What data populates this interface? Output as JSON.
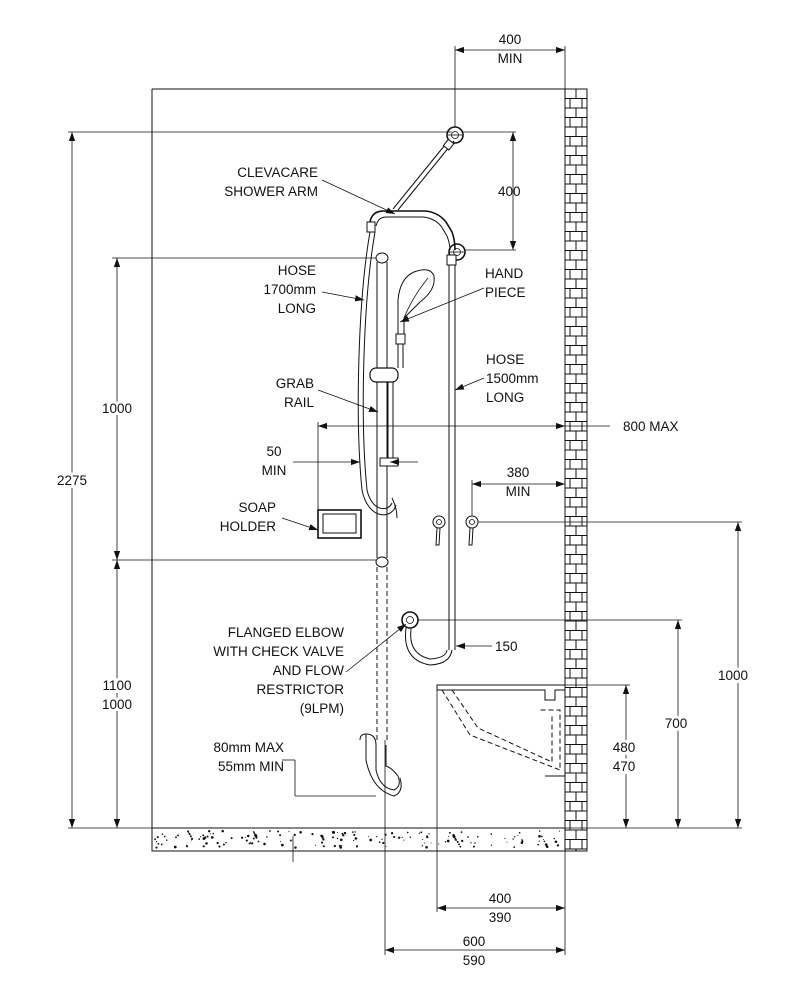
{
  "labels": {
    "shower_arm": [
      "CLEVACARE",
      "SHOWER ARM"
    ],
    "hose_1700": [
      "HOSE",
      "1700mm",
      "LONG"
    ],
    "hand_piece": [
      "HAND",
      "PIECE"
    ],
    "grab_rail": [
      "GRAB",
      "RAIL"
    ],
    "hose_1500": [
      "HOSE",
      "1500mm",
      "LONG"
    ],
    "soap_holder": [
      "SOAP",
      "HOLDER"
    ],
    "flanged_elbow": [
      "FLANGED ELBOW",
      "WITH CHECK VALVE",
      "AND FLOW",
      "RESTRICTOR",
      "(9LPM)"
    ],
    "rail_offset": [
      "80mm MAX",
      "55mm MIN"
    ]
  },
  "dimensions": {
    "top_offset": [
      "400",
      "MIN"
    ],
    "arm_drop": "400",
    "overall_height": "2275",
    "rail_length": "1000",
    "rail_height": [
      "1100",
      "1000"
    ],
    "wall_clearance": "800 MAX",
    "rail_gap": [
      "50",
      "MIN"
    ],
    "tap_offset": [
      "380",
      "MIN"
    ],
    "tap_height": "1000",
    "elbow_offset": "150",
    "elbow_height": "700",
    "basin_height": [
      "480",
      "470"
    ],
    "basin_projection": [
      "400",
      "390"
    ],
    "rail_projection": [
      "600",
      "590"
    ]
  }
}
